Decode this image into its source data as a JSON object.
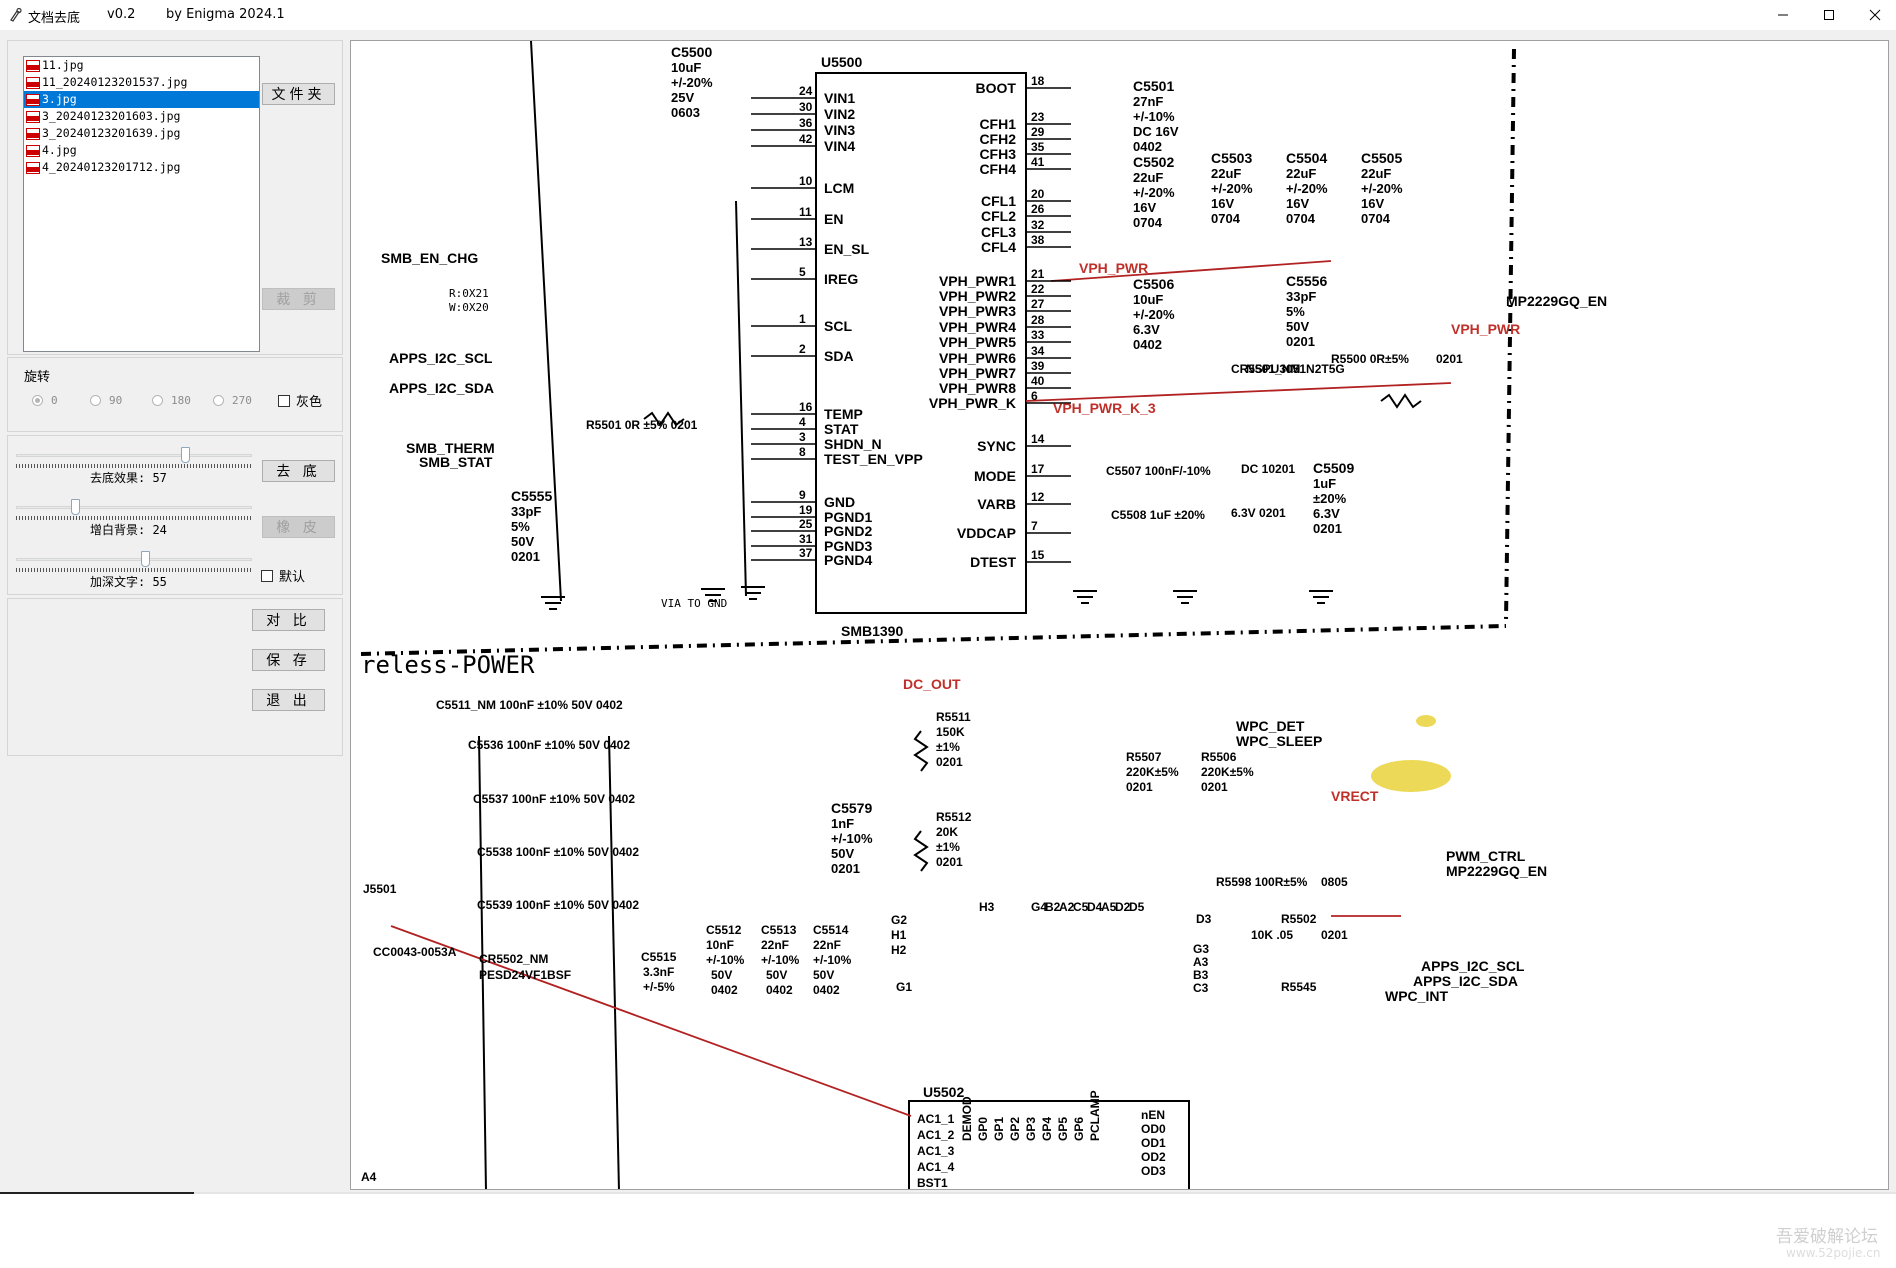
{
  "window": {
    "title": "文档去底",
    "version": "v0.2",
    "author": "by Enigma 2024.1"
  },
  "files": [
    {
      "name": "11.jpg",
      "selected": false
    },
    {
      "name": "11_20240123201537.jpg",
      "selected": false
    },
    {
      "name": "3.jpg",
      "selected": true
    },
    {
      "name": "3_20240123201603.jpg",
      "selected": false
    },
    {
      "name": "3_20240123201639.jpg",
      "selected": false
    },
    {
      "name": "4.jpg",
      "selected": false
    },
    {
      "name": "4_20240123201712.jpg",
      "selected": false
    }
  ],
  "buttons": {
    "folder": "文件夹",
    "crop": "裁 剪",
    "remove_bg": "去 底",
    "eraser": "橡 皮",
    "compare": "对 比",
    "save": "保 存",
    "exit": "退 出"
  },
  "rotate": {
    "legend": "旋转",
    "options": [
      "0",
      "90",
      "180",
      "270"
    ],
    "selected": "0",
    "gray_label": "灰色"
  },
  "sliders": {
    "remove_effect": {
      "label": "去底效果: 57",
      "value": 57
    },
    "brighten_bg": {
      "label": "增白背景: 24",
      "value": 24
    },
    "darken_text": {
      "label": "加深文字: 55",
      "value": 55
    }
  },
  "default_label": "默认",
  "watermark": {
    "line1": "吾爱破解论坛",
    "line2": "www.52pojie.cn"
  },
  "schematic": {
    "chip1": "U5500",
    "chip1_part": "SMB1390",
    "left_pins": [
      "VIN1",
      "VIN2",
      "VIN3",
      "VIN4",
      "LCM",
      "EN",
      "EN_SL",
      "IREG",
      "SCL",
      "SDA",
      "TEMP",
      "STAT",
      "SHDN_N",
      "TEST_EN_VPP",
      "GND",
      "PGND1",
      "PGND2",
      "PGND3",
      "PGND4"
    ],
    "left_pin_nums": [
      "24",
      "30",
      "36",
      "42",
      "10",
      "11",
      "13",
      "5",
      "1",
      "2",
      "16",
      "4",
      "3",
      "8",
      "9",
      "19",
      "25",
      "31",
      "37"
    ],
    "right_pins": [
      "BOOT",
      "CFH1",
      "CFH2",
      "CFH3",
      "CFH4",
      "CFL1",
      "CFL2",
      "CFL3",
      "CFL4",
      "VPH_PWR1",
      "VPH_PWR2",
      "VPH_PWR3",
      "VPH_PWR4",
      "VPH_PWR5",
      "VPH_PWR6",
      "VPH_PWR7",
      "VPH_PWR8",
      "VPH_PWR_K",
      "SYNC",
      "MODE",
      "VARB",
      "VDDCAP",
      "DTEST"
    ],
    "right_pin_nums": [
      "18",
      "23",
      "29",
      "35",
      "41",
      "20",
      "26",
      "32",
      "38",
      "21",
      "22",
      "27",
      "28",
      "33",
      "34",
      "39",
      "40",
      "6",
      "14",
      "17",
      "12",
      "7",
      "15"
    ],
    "nets": [
      "SMB_EN_CHG",
      "APPS_I2C_SCL",
      "APPS_I2C_SDA",
      "SMB_THERM",
      "SMB_STAT",
      "VPH_PWR",
      "VPH_PWR_K_3",
      "MP2229GQ_EN",
      "VPH_PWR",
      "DC_OUT",
      "WPC_DET",
      "WPC_SLEEP",
      "VRECT",
      "PWM_CTRL",
      "MP2229GQ_EN",
      "APPS_I2C_SCL",
      "APPS_I2C_SDA",
      "WPC_INT"
    ],
    "reg_note": "R:0X21\nW:0X20",
    "via_note": "VIA TO GND",
    "section_title": "reless-POWER",
    "chip2": "U5502",
    "chip2_pins": [
      "AC1_1",
      "AC1_2",
      "AC1_3",
      "AC1_4",
      "BST1",
      "DEMOD",
      "GP0",
      "GP1",
      "GP2",
      "GP3",
      "GP4",
      "GP5",
      "GP6",
      "PCLAMP",
      "nEN",
      "OD0",
      "OD1",
      "OD2",
      "OD3"
    ],
    "caps": [
      {
        "ref": "C5500",
        "v": [
          "10uF",
          "+/-20%",
          "25V",
          "0603"
        ]
      },
      {
        "ref": "C5501",
        "v": [
          "27nF",
          "+/-10%",
          "DC 16V",
          "0402"
        ]
      },
      {
        "ref": "C5502",
        "v": [
          "22uF",
          "+/-20%",
          "16V",
          "0704"
        ]
      },
      {
        "ref": "C5503",
        "v": [
          "22uF",
          "+/-20%",
          "16V",
          "0704"
        ]
      },
      {
        "ref": "C5504",
        "v": [
          "22uF",
          "+/-20%",
          "16V",
          "0704"
        ]
      },
      {
        "ref": "C5505",
        "v": [
          "22uF",
          "+/-20%",
          "16V",
          "0704"
        ]
      },
      {
        "ref": "C5506",
        "v": [
          "10uF",
          "+/-20%",
          "6.3V",
          "0402"
        ]
      },
      {
        "ref": "C5556",
        "v": [
          "33pF",
          "5%",
          "50V",
          "0201"
        ]
      },
      {
        "ref": "C5555",
        "v": [
          "33pF",
          "5%",
          "50V",
          "0201"
        ]
      },
      {
        "ref": "C5509",
        "v": [
          "1uF",
          "±20%",
          "6.3V",
          "0201"
        ]
      },
      {
        "ref": "C5579",
        "v": [
          "1nF",
          "+/-10%",
          "50V",
          "0201"
        ]
      }
    ],
    "misc_labels": [
      "CR5501_NM",
      "NSPU3051N2T5G",
      "R5500 0R±5%",
      "0201",
      "R5501 0R ±5% 0201",
      "C5507 100nF/-10%",
      "DC 10201",
      "C5508 1uF ±20%",
      "6.3V 0201",
      "C5511_NM 100nF ±10% 50V 0402",
      "C5536 100nF ±10% 50V 0402",
      "C5537 100nF ±10% 50V 0402",
      "C5538 100nF ±10% 50V 0402",
      "C5539 100nF ±10% 50V 0402",
      "J5501",
      "CC0043-0053A",
      "CR5502_NM",
      "PESD24VF1BSF",
      "C5515",
      "3.3nF",
      "+/-5%",
      "C5512",
      "10nF",
      "+/-10%",
      "50V",
      "0402",
      "C5513",
      "22nF",
      "+/-10%",
      "50V",
      "0402",
      "C5514",
      "22nF",
      "+/-10%",
      "50V",
      "0402",
      "R5511",
      "150K",
      "±1%",
      "0201",
      "R5512",
      "20K",
      "±1%",
      "0201",
      "R5507",
      "220K±5%",
      "0201",
      "R5506",
      "220K±5%",
      "0201",
      "R5598 100R±5%",
      "0805",
      "R5502",
      "10K .05",
      "0201",
      "R5545",
      "G1",
      "G2",
      "H1",
      "H2",
      "H3",
      "G4",
      "B2",
      "A2",
      "C5",
      "D4",
      "A5",
      "D2",
      "D5",
      "D3",
      "G3",
      "A3",
      "B3",
      "C3",
      "A4"
    ]
  }
}
